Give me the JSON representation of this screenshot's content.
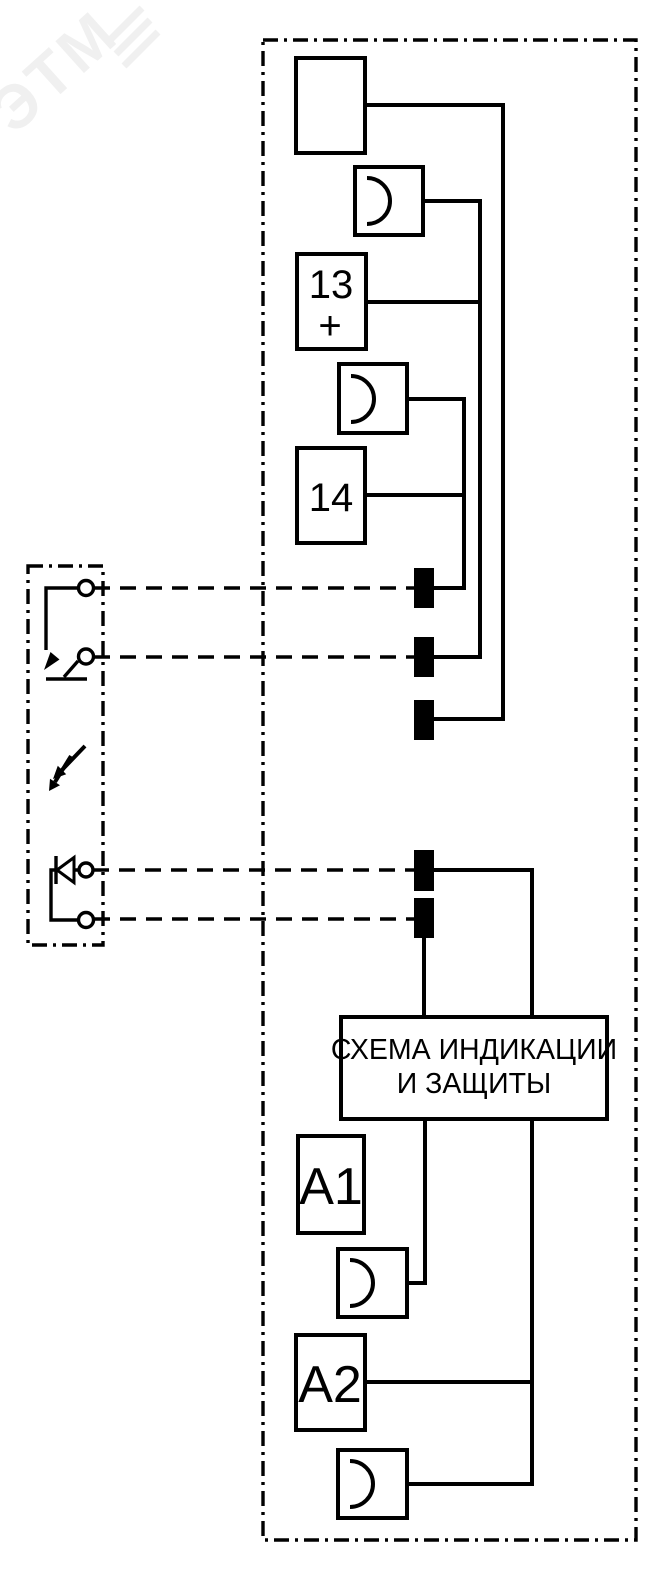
{
  "watermark": {
    "text": "ЭТМ"
  },
  "module": {
    "terminals": {
      "t13": "13",
      "t13_polarity": "+",
      "t14": "14",
      "a1": "А1",
      "a2": "А2"
    },
    "indication_block": {
      "line1": "СХЕМА ИНДИКАЦИИ",
      "line2": "И ЗАЩИТЫ"
    }
  },
  "colors": {
    "line": "#000000",
    "background": "#ffffff",
    "watermark": "#f0f0f0"
  }
}
